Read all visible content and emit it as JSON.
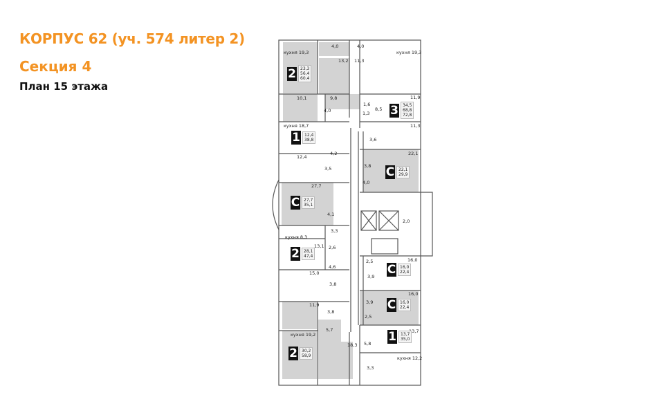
{
  "header": {
    "title": "КОРПУС 62 (уч. 574 литер 2)",
    "section": "Секция 4",
    "plan": "План 15 этажа"
  },
  "colors": {
    "accent": "#f39323",
    "room_fill": "#d3d3d3",
    "wall": "#555555"
  },
  "rooms": [
    "кухня 19,3",
    "4,0",
    "4,0",
    "кухня 19,3",
    "13,2",
    "11,3",
    "10,1",
    "9,8",
    "4,0",
    "1,6",
    "8,5",
    "1,3",
    "11,9",
    "кухня 18,7",
    "3,6",
    "11,3",
    "4,2",
    "12,4",
    "22,1",
    "3,5",
    "3,8",
    "4,0",
    "27,7",
    "4,1",
    "2,0",
    "3,3",
    "кухня 8,3",
    "13,1",
    "2,6",
    "2,5",
    "16,0",
    "4,6",
    "15,0",
    "3,9",
    "3,8",
    "16,0",
    "3,9",
    "11,9",
    "3,8",
    "2,5",
    "5,7",
    "13,7",
    "кухня 19,2",
    "18,3",
    "5,8",
    "кухня 12,2",
    "3,3"
  ],
  "apartments": [
    {
      "rooms": "2",
      "areas": [
        "23,3",
        "56,4",
        "60,4"
      ]
    },
    {
      "rooms": "3",
      "areas": [
        "34,5",
        "68,8",
        "72,8"
      ]
    },
    {
      "rooms": "1",
      "areas": [
        "12,4",
        "38,8"
      ]
    },
    {
      "rooms": "С",
      "areas": [
        "22,1",
        "29,9"
      ]
    },
    {
      "rooms": "С",
      "areas": [
        "27,7",
        "35,1"
      ]
    },
    {
      "rooms": "2",
      "areas": [
        "28,1",
        "47,4"
      ]
    },
    {
      "rooms": "С",
      "areas": [
        "16,0",
        "22,4"
      ]
    },
    {
      "rooms": "С",
      "areas": [
        "16,0",
        "22,4"
      ]
    },
    {
      "rooms": "1",
      "areas": [
        "13,7",
        "35,0"
      ]
    },
    {
      "rooms": "2",
      "areas": [
        "30,2",
        "58,9"
      ]
    }
  ]
}
